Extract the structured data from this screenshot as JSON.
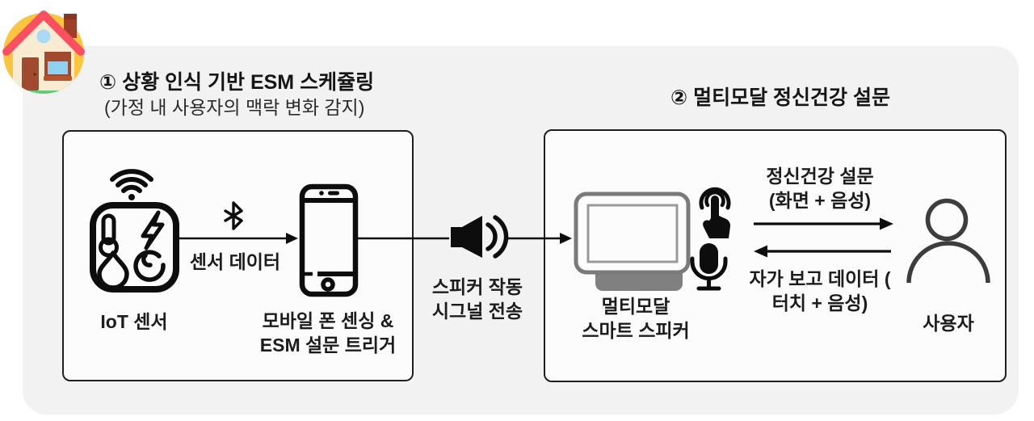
{
  "titles": {
    "step1": "① 상황 인식 기반 ESM 스케쥴링",
    "step1_sub": "(가정 내 사용자의 맥락 변화 감지)",
    "step2": "② 멀티모달 정신건강 설문"
  },
  "box1": {
    "iot_label": "IoT 센서",
    "sensor_link_label": "센서 데이터",
    "phone_label_line1": "모바일 폰 센싱 &",
    "phone_label_line2": "ESM 설문 트리거"
  },
  "connector": {
    "label_line1": "스피커 작동",
    "label_line2": "시그널 전송"
  },
  "box2": {
    "speaker_label_line1": "멀티모달",
    "speaker_label_line2": "스마트 스피커",
    "survey_arrow_line1": "정신건강 설문",
    "survey_arrow_line2": "(화면 + 음성)",
    "report_arrow_line1": "자가 보고 데이터 (",
    "report_arrow_line2": "터치 + 음성)",
    "user_label": "사용자"
  },
  "colors": {
    "panel_background": "#f2f2f2",
    "box_border": "#1f1f1f",
    "icon_black": "#0d0d0d",
    "speaker_gray": "#7a7a7a",
    "person_gray": "#3d3d3d",
    "house_yellow": "#fdc53e",
    "roof_red": "#fa5061",
    "grass_green": "#69c77d"
  }
}
